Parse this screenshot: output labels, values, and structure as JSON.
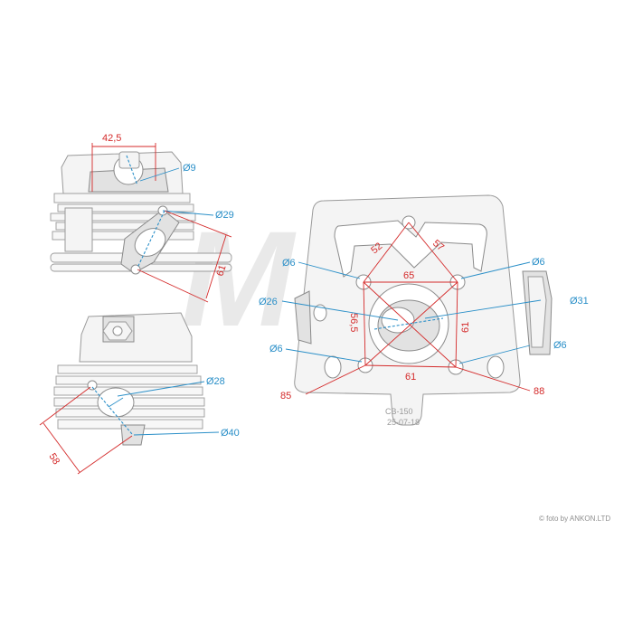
{
  "watermark": {
    "text": "MSB",
    "color": "#e8e8e8"
  },
  "credit": "© foto by ANKON.LTD",
  "stamp": {
    "line1": "CB-150",
    "line2": "25-07-18"
  },
  "colors": {
    "red": "#d42a2a",
    "blue": "#2a8fc8"
  },
  "views": {
    "top": {
      "labels": {
        "width": "42,5",
        "bolt_hole": "Ø9",
        "port": "Ø29",
        "spacing": "61"
      }
    },
    "bottom": {
      "labels": {
        "port": "Ø28",
        "flange": "Ø40",
        "spacing": "58"
      }
    },
    "gasket_face": {
      "labels": {
        "diag_left": "52",
        "diag_right": "57",
        "top_span": "65",
        "bottom_span": "61",
        "left_span": "56,5",
        "right_span": "61",
        "diag_ll": "85",
        "diag_lr": "88",
        "stud_tl": "Ø6",
        "stud_tr": "Ø6",
        "stud_bl": "Ø6",
        "stud_br": "Ø6",
        "bore_left": "Ø26",
        "bore_right": "Ø31"
      }
    }
  }
}
